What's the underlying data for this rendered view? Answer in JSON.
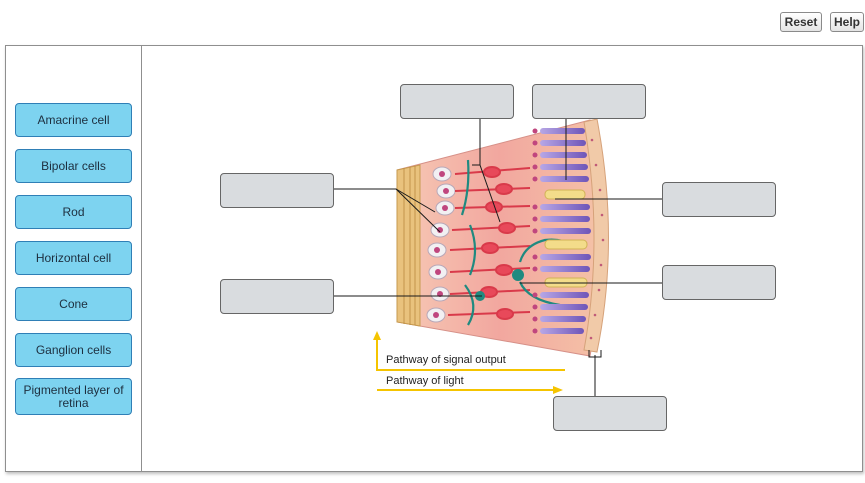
{
  "toolbar": {
    "reset_label": "Reset",
    "help_label": "Help"
  },
  "labels": [
    "Amacrine cell",
    "Bipolar cells",
    "Rod",
    "Horizontal cell",
    "Cone",
    "Ganglion cells",
    "Pigmented layer of retina"
  ],
  "diagram": {
    "legend_output": "Pathway of signal output",
    "legend_light": "Pathway of light",
    "colors": {
      "label_fill": "#7dd3f0",
      "label_border": "#2f7fb6",
      "drop_fill": "#d9dcdf",
      "arrow_yellow": "#f5c400",
      "tissue": "#f4a9a0",
      "rod": "#8a72c8",
      "cone_yellow": "#f3dc8a",
      "ganglion_white": "#f2f0f2",
      "teal": "#1f8a80"
    }
  }
}
